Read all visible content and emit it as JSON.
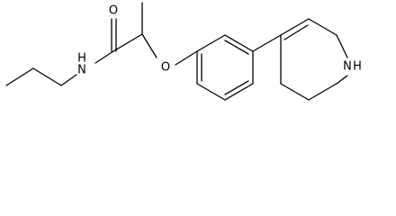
{
  "molecule": {
    "atoms": {
      "carbonyl_oxygen": "O",
      "amide_nitrogen": "N",
      "amide_hydrogen": "H",
      "ether_oxygen": "O",
      "ring_nitrogen": "N",
      "ring_hydrogen": "H"
    },
    "colors": {
      "bond": "#000000",
      "label": "#000000",
      "background": "#ffffff"
    }
  }
}
